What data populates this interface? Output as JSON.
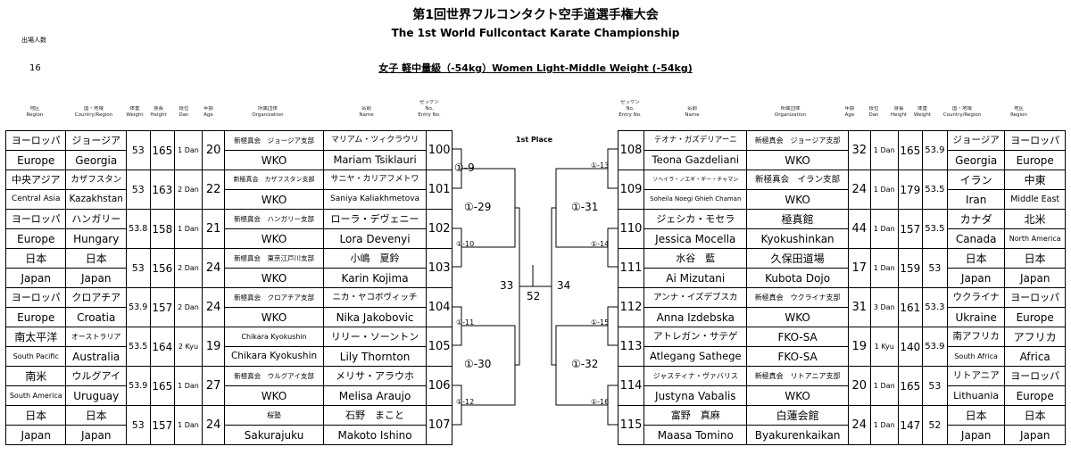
{
  "title_jp": "第1回世界フルコンタクト空手道選手権大会",
  "title_en": "The 1st World Fullcontact Karate Championship",
  "entries_label": "出場人数",
  "entries_count": "16",
  "division": "女子 軽中量級（-54kg）Women Light-Middle Weight (-54kg)",
  "left_headers": [
    {
      "jp": "地区",
      "en": "Region"
    },
    {
      "jp": "国・地域",
      "en": "Country/Region"
    },
    {
      "jp": "体重",
      "en": "Weight"
    },
    {
      "jp": "身長",
      "en": "Height"
    },
    {
      "jp": "段位",
      "en": "Dan"
    },
    {
      "jp": "年齢",
      "en": "Age"
    },
    {
      "jp": "所属団体",
      "en": "Organization"
    },
    {
      "jp": "名前",
      "en": "Name"
    },
    {
      "jp": "ゼッケン",
      "en": "No.",
      "en2": "Entry No."
    }
  ],
  "right_headers": [
    {
      "jp": "ゼッケン",
      "en": "No.",
      "en2": "Entry No."
    },
    {
      "jp": "名前",
      "en": "Name"
    },
    {
      "jp": "所属団体",
      "en": "Organization"
    },
    {
      "jp": "年齢",
      "en": "Age"
    },
    {
      "jp": "段位",
      "en": "Dan"
    },
    {
      "jp": "身長",
      "en": "Height"
    },
    {
      "jp": "体重",
      "en": "Weight"
    },
    {
      "jp": "国・地域",
      "en": "Country/Region"
    },
    {
      "jp": "地区",
      "en": "Region"
    }
  ],
  "left_athletes": [
    {
      "region_jp": "ヨーロッパ",
      "region_en": "Europe",
      "country_jp": "ジョージア",
      "country_en": "Georgia",
      "weight": "53",
      "height": "165",
      "dan": "1 Dan",
      "age": "20",
      "org_jp": "新極真会　ジョージア支部",
      "org_en": "WKO",
      "name_jp": "マリアム・ツィクラウリ",
      "name_en": "Mariam Tsiklauri",
      "no": "100"
    },
    {
      "region_jp": "中央アジア",
      "region_en": "Central Asia",
      "country_jp": "カザフスタン",
      "country_en": "Kazakhstan",
      "weight": "53",
      "height": "163",
      "dan": "2 Dan",
      "age": "22",
      "org_jp": "新極真会　カザフスタン支部",
      "org_en": "WKO",
      "name_jp": "サニヤ・カリアフメトワ",
      "name_en": "Saniya Kaliakhmetova",
      "no": "101"
    },
    {
      "region_jp": "ヨーロッパ",
      "region_en": "Europe",
      "country_jp": "ハンガリー",
      "country_en": "Hungary",
      "weight": "53.8",
      "height": "158",
      "dan": "1 Dan",
      "age": "21",
      "org_jp": "新極真会　ハンガリー支部",
      "org_en": "WKO",
      "name_jp": "ローラ・デヴェニー",
      "name_en": "Lora Devenyi",
      "no": "102"
    },
    {
      "region_jp": "日本",
      "region_en": "Japan",
      "country_jp": "日本",
      "country_en": "Japan",
      "weight": "53",
      "height": "156",
      "dan": "2 Dan",
      "age": "24",
      "org_jp": "新極真会　東京江戸川支部",
      "org_en": "WKO",
      "name_jp": "小嶋　夏鈴",
      "name_en": "Karin Kojima",
      "no": "103"
    },
    {
      "region_jp": "ヨーロッパ",
      "region_en": "Europe",
      "country_jp": "クロアチア",
      "country_en": "Croatia",
      "weight": "53.9",
      "height": "157",
      "dan": "2 Dan",
      "age": "24",
      "org_jp": "新極真会　クロアチア支部",
      "org_en": "WKO",
      "name_jp": "ニカ・ヤコボヴィッチ",
      "name_en": "Nika Jakobovic",
      "no": "104"
    },
    {
      "region_jp": "南太平洋",
      "region_en": "South Pacific",
      "country_jp": "オーストラリア",
      "country_en": "Australia",
      "weight": "53.5",
      "height": "164",
      "dan": "2 Kyu",
      "age": "19",
      "org_jp": "Chikara Kyokushin",
      "org_en": "Chikara Kyokushin",
      "name_jp": "リリー・ソーントン",
      "name_en": "Lily Thornton",
      "no": "105"
    },
    {
      "region_jp": "南米",
      "region_en": "South America",
      "country_jp": "ウルグアイ",
      "country_en": "Uruguay",
      "weight": "53.9",
      "height": "165",
      "dan": "1 Dan",
      "age": "27",
      "org_jp": "新極真会　ウルグアイ支部",
      "org_en": "WKO",
      "name_jp": "メリサ・アラウホ",
      "name_en": "Melisa Araujo",
      "no": "106"
    },
    {
      "region_jp": "日本",
      "region_en": "Japan",
      "country_jp": "日本",
      "country_en": "Japan",
      "weight": "53",
      "height": "157",
      "dan": "1 Dan",
      "age": "24",
      "org_jp": "桜塾",
      "org_en": "Sakurajuku",
      "name_jp": "石野　まこと",
      "name_en": "Makoto Ishino",
      "no": "107"
    }
  ],
  "right_athletes": [
    {
      "no": "108",
      "name_jp": "テオナ・ガズデリアーニ",
      "name_en": "Teona Gazdeliani",
      "org_jp": "新極真会　ジョージア支部",
      "org_en": "WKO",
      "age": "32",
      "dan": "1 Dan",
      "height": "165",
      "weight": "53.9",
      "country_jp": "ジョージア",
      "country_en": "Georgia",
      "region_jp": "ヨーロッパ",
      "region_en": "Europe"
    },
    {
      "no": "109",
      "name_jp": "ソヘイラ・ノエギ・ギー・チャマン",
      "name_en": "Soheila Noegi Ghieh Chaman",
      "org_jp": "新極真会　イラン支部",
      "org_en": "WKO",
      "age": "24",
      "dan": "1 Dan",
      "height": "179",
      "weight": "53.5",
      "country_jp": "イラン",
      "country_en": "Iran",
      "region_jp": "中東",
      "region_en": "Middle East"
    },
    {
      "no": "110",
      "name_jp": "ジェシカ・モセラ",
      "name_en": "Jessica Mocella",
      "org_jp": "極真館",
      "org_en": "Kyokushinkan",
      "age": "44",
      "dan": "1 Dan",
      "height": "157",
      "weight": "53.5",
      "country_jp": "カナダ",
      "country_en": "Canada",
      "region_jp": "北米",
      "region_en": "North America"
    },
    {
      "no": "111",
      "name_jp": "水谷　藍",
      "name_en": "Ai Mizutani",
      "org_jp": "久保田道場",
      "org_en": "Kubota Dojo",
      "age": "17",
      "dan": "1 Dan",
      "height": "159",
      "weight": "53",
      "country_jp": "日本",
      "country_en": "Japan",
      "region_jp": "日本",
      "region_en": "Japan"
    },
    {
      "no": "112",
      "name_jp": "アンナ・イズデブスカ",
      "name_en": "Anna Izdebska",
      "org_jp": "新極真会　ウクライナ支部",
      "org_en": "WKO",
      "age": "31",
      "dan": "3 Dan",
      "height": "161",
      "weight": "53.3",
      "country_jp": "ウクライナ",
      "country_en": "Ukraine",
      "region_jp": "ヨーロッパ",
      "region_en": "Europe"
    },
    {
      "no": "113",
      "name_jp": "アトレガン・サテゲ",
      "name_en": "Atlegang Sathege",
      "org_jp": "FKO-SA",
      "org_en": "FKO-SA",
      "age": "19",
      "dan": "1 Kyu",
      "height": "140",
      "weight": "53.9",
      "country_jp": "南アフリカ",
      "country_en": "South Africa",
      "region_jp": "アフリカ",
      "region_en": "Africa"
    },
    {
      "no": "114",
      "name_jp": "ジャスティナ・ヴァバリス",
      "name_en": "Justyna Vabalis",
      "org_jp": "新極真会　リトアニア支部",
      "org_en": "WKO",
      "age": "20",
      "dan": "1 Dan",
      "height": "165",
      "weight": "53",
      "country_jp": "リトアニア",
      "country_en": "Lithuania",
      "region_jp": "ヨーロッパ",
      "region_en": "Europe"
    },
    {
      "no": "115",
      "name_jp": "富野　真麻",
      "name_en": "Maasa Tomino",
      "org_jp": "白蓮会館",
      "org_en": "Byakurenkaikan",
      "age": "24",
      "dan": "1 Dan",
      "height": "147",
      "weight": "52",
      "country_jp": "日本",
      "country_en": "Japan",
      "region_jp": "日本",
      "region_en": "Japan"
    }
  ],
  "bracket": {
    "first_place": "1st Place",
    "left_r1": [
      "①-9",
      "①-10",
      "①-11",
      "①-12"
    ],
    "left_r2": [
      "①-29",
      "①-30"
    ],
    "right_r1": [
      "①-13",
      "①-14",
      "①-15",
      "①-16"
    ],
    "right_r2": [
      "①-31",
      "①-32"
    ],
    "left_semi": "33",
    "right_semi": "34",
    "final": "52"
  }
}
